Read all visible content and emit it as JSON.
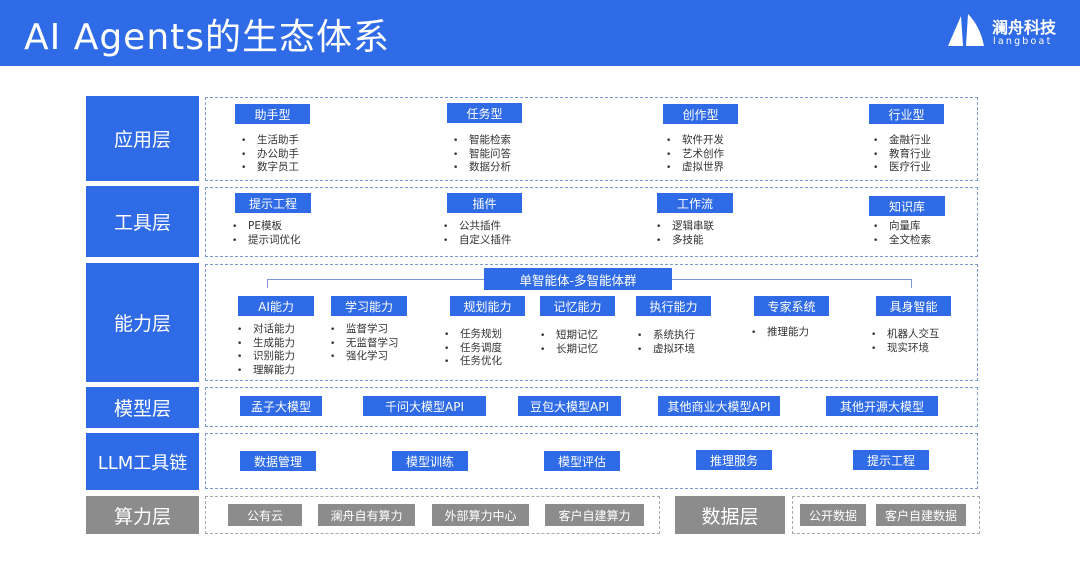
{
  "header": {
    "title": "AI Agents的生态体系",
    "logo_cn": "澜舟科技",
    "logo_en": "langboat"
  },
  "application": {
    "label": "应用层",
    "groups": [
      {
        "title": "助手型",
        "items": [
          "生活助手",
          "办公助手",
          "数字员工"
        ]
      },
      {
        "title": "任务型",
        "items": [
          "智能检索",
          "智能问答",
          "数据分析"
        ]
      },
      {
        "title": "创作型",
        "items": [
          "软件开发",
          "艺术创作",
          "虚拟世界"
        ]
      },
      {
        "title": "行业型",
        "items": [
          "金融行业",
          "教育行业",
          "医疗行业"
        ]
      }
    ]
  },
  "tools": {
    "label": "工具层",
    "groups": [
      {
        "title": "提示工程",
        "items": [
          "PE模板",
          "提示词优化"
        ]
      },
      {
        "title": "插件",
        "items": [
          "公共插件",
          "自定义插件"
        ]
      },
      {
        "title": "工作流",
        "items": [
          "逻辑串联",
          "多技能"
        ]
      },
      {
        "title": "知识库",
        "items": [
          "向量库",
          "全文检索"
        ]
      }
    ]
  },
  "capability": {
    "label": "能力层",
    "header": "单智能体-多智能体群",
    "groups": [
      {
        "title": "AI能力",
        "items": [
          "对话能力",
          "生成能力",
          "识别能力",
          "理解能力"
        ]
      },
      {
        "title": "学习能力",
        "items": [
          "监督学习",
          "无监督学习",
          "强化学习"
        ]
      },
      {
        "title": "规划能力",
        "items": [
          "任务规划",
          "任务调度",
          "任务优化"
        ]
      },
      {
        "title": "记忆能力",
        "items": [
          "短期记忆",
          "长期记忆"
        ]
      },
      {
        "title": "执行能力",
        "items": [
          "系统执行",
          "虚拟环境"
        ]
      },
      {
        "title": "专家系统",
        "items": [
          "推理能力"
        ]
      },
      {
        "title": "具身智能",
        "items": [
          "机器人交互",
          "现实环境"
        ]
      }
    ]
  },
  "model": {
    "label": "模型层",
    "items": [
      "孟子大模型",
      "千问大模型API",
      "豆包大模型API",
      "其他商业大模型API",
      "其他开源大模型"
    ]
  },
  "llm_toolchain": {
    "label": "LLM工具链",
    "items": [
      "数据管理",
      "模型训练",
      "模型评估",
      "推理服务",
      "提示工程"
    ]
  },
  "compute": {
    "label": "算力层",
    "items": [
      "公有云",
      "澜舟自有算力",
      "外部算力中心",
      "客户自建算力"
    ]
  },
  "data": {
    "label": "数据层",
    "items": [
      "公开数据",
      "客户自建数据"
    ]
  },
  "colors": {
    "primary": "#2f6be6",
    "gray": "#8c8c8c",
    "border": "#7d96d6"
  }
}
